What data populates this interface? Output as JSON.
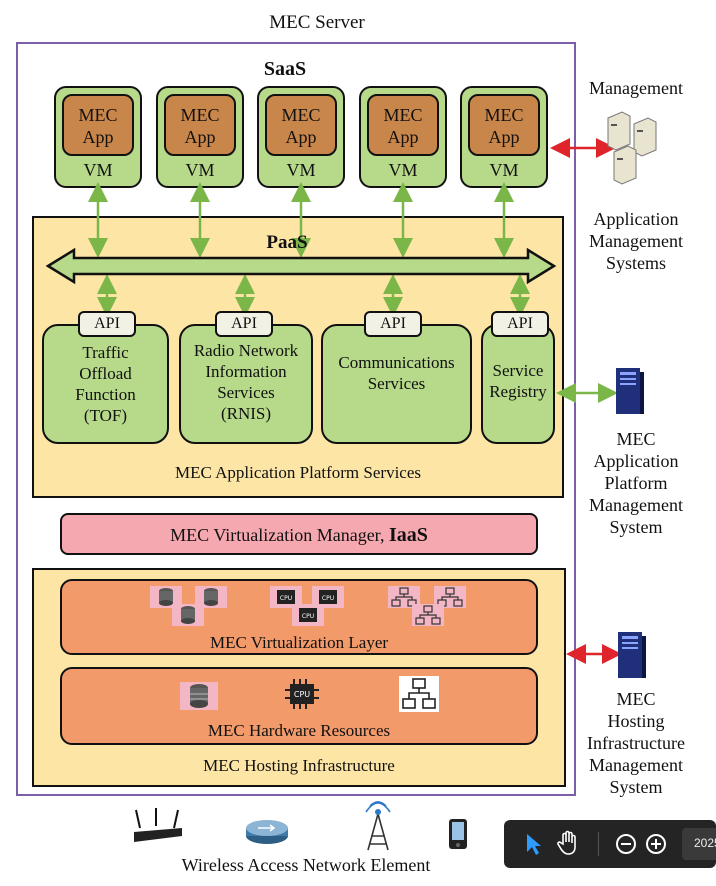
{
  "server_title": "MEC Server",
  "saas_label": "SaaS",
  "paas_label": "PaaS",
  "vms": [
    {
      "app": "MEC\nApp",
      "vm": "VM"
    },
    {
      "app": "MEC\nApp",
      "vm": "VM"
    },
    {
      "app": "MEC\nApp",
      "vm": "VM"
    },
    {
      "app": "MEC\nApp",
      "vm": "VM"
    },
    {
      "app": "MEC\nApp",
      "vm": "VM"
    }
  ],
  "api_label": "API",
  "services": {
    "tof": "Traffic\nOffload\nFunction\n(TOF)",
    "rnis": "Radio Network\nInformation\nServices\n(RNIS)",
    "comms": "Communications\nServices",
    "registry": "Service\nRegistry"
  },
  "platform_services_label": "MEC Application Platform Services",
  "iaas_text": "MEC Virtualization Manager, ",
  "iaas_bold": "IaaS",
  "virtualization_layer_label": "MEC Virtualization Layer",
  "hardware_label": "MEC Hardware Resources",
  "hosting_label": "MEC Hosting Infrastructure",
  "cpu_label": "CPU",
  "right_side": {
    "management": "Management",
    "app_mgmt": "Application\nManagement\nSystems",
    "platform_mgmt": "MEC\nApplication\nPlatform\nManagement\nSystem",
    "hosting_mgmt": "MEC\nHosting\nInfrastructure\nManagement\nSystem"
  },
  "bottom_label": "Wireless Access Network Element",
  "toolbar": {
    "date_fragment": "2025"
  },
  "colors": {
    "server_border": "#7b5fa8",
    "vm_green": "#b7d98a",
    "app_brown": "#c9864b",
    "paas_yellow": "#fde5a6",
    "iaas_pink": "#f6a8b0",
    "layer_orange": "#f39a6b",
    "arrow_green": "#7ab648",
    "arrow_red": "#e0242b"
  }
}
